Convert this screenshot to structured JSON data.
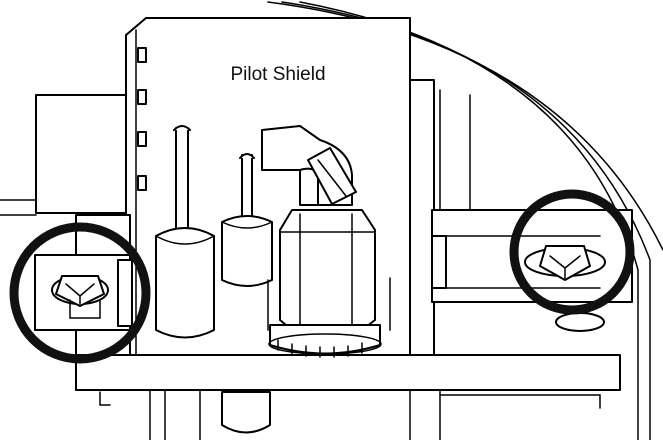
{
  "diagram": {
    "callout_label": "Pilot Shield",
    "colors": {
      "line": "#000000",
      "background": "#ffffff",
      "highlight_ring": "#111111"
    },
    "highlighted_parts": [
      "left-mounting-screw",
      "right-mounting-screw"
    ]
  }
}
